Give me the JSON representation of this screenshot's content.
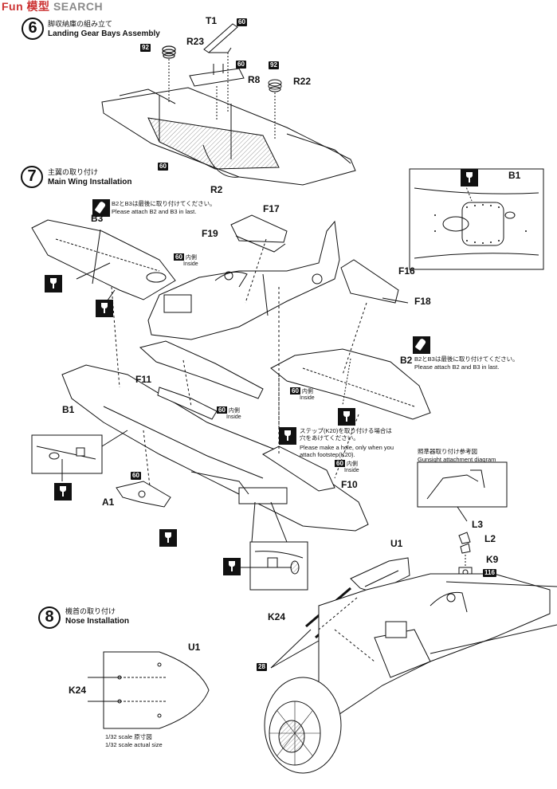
{
  "watermark": {
    "site_prefix": "Fun",
    "site_mid": "模型",
    "site_suffix": "SEARCH"
  },
  "steps": {
    "s6": {
      "number": "6",
      "jp": "脚収納庫の組み立て",
      "en": "Landing Gear Bays Assembly"
    },
    "s7": {
      "number": "7",
      "jp": "主翼の取り付け",
      "en": "Main Wing Installation"
    },
    "s8": {
      "number": "8",
      "jp": "機首の取り付け",
      "en": "Nose Installation"
    }
  },
  "parts": {
    "t1": "T1",
    "r23": "R23",
    "r8": "R8",
    "r22": "R22",
    "r2": "R2",
    "b3": "B3",
    "f17": "F17",
    "f19": "F19",
    "f16": "F16",
    "f18": "F18",
    "b2": "B2",
    "f11": "F11",
    "b1": "B1",
    "b1_detail": "B1",
    "f10": "F10",
    "a1": "A1",
    "l3": "L3",
    "l2": "L2",
    "k9": "K9",
    "u1": "U1",
    "u1_scale": "U1",
    "k24": "K24",
    "k24_scale": "K24"
  },
  "color_tags": {
    "t1": "60",
    "r23": "92",
    "r8": "60",
    "r22": "92",
    "r2": "60",
    "a1": "60",
    "k9": "116",
    "k24": "28"
  },
  "inside_notes": [
    {
      "num": "60",
      "jp": "内側",
      "en": "Inside"
    },
    {
      "num": "60",
      "jp": "内側",
      "en": "Inside"
    },
    {
      "num": "60",
      "jp": "内側",
      "en": "Inside"
    },
    {
      "num": "60",
      "jp": "内側",
      "en": "Inside"
    }
  ],
  "notes": {
    "attach_b2b3_top_jp": "B2とB3は最後に取り付けてください。",
    "attach_b2b3_top_en": "Please attach B2 and B3 in last.",
    "attach_b2b3_right_jp": "B2とB3は最後に取り付けてください。",
    "attach_b2b3_right_en": "Please attach B2 and B3 in last.",
    "step_k20_jp": "ステップ(K20)を取り付ける場合は穴をあけてください。",
    "step_k20_en": "Please make a hole, only when you attach footstep(K20).",
    "gunsight_jp": "照準器取り付け参考図",
    "gunsight_en": "Gunsight attachment diagram",
    "scale_jp": "1/32 scale 原寸図",
    "scale_en": "1/32 scale actual size"
  },
  "colors": {
    "ink": "#111111",
    "tag_bg": "#111111",
    "paper": "#ffffff",
    "hatch": "#888888"
  }
}
